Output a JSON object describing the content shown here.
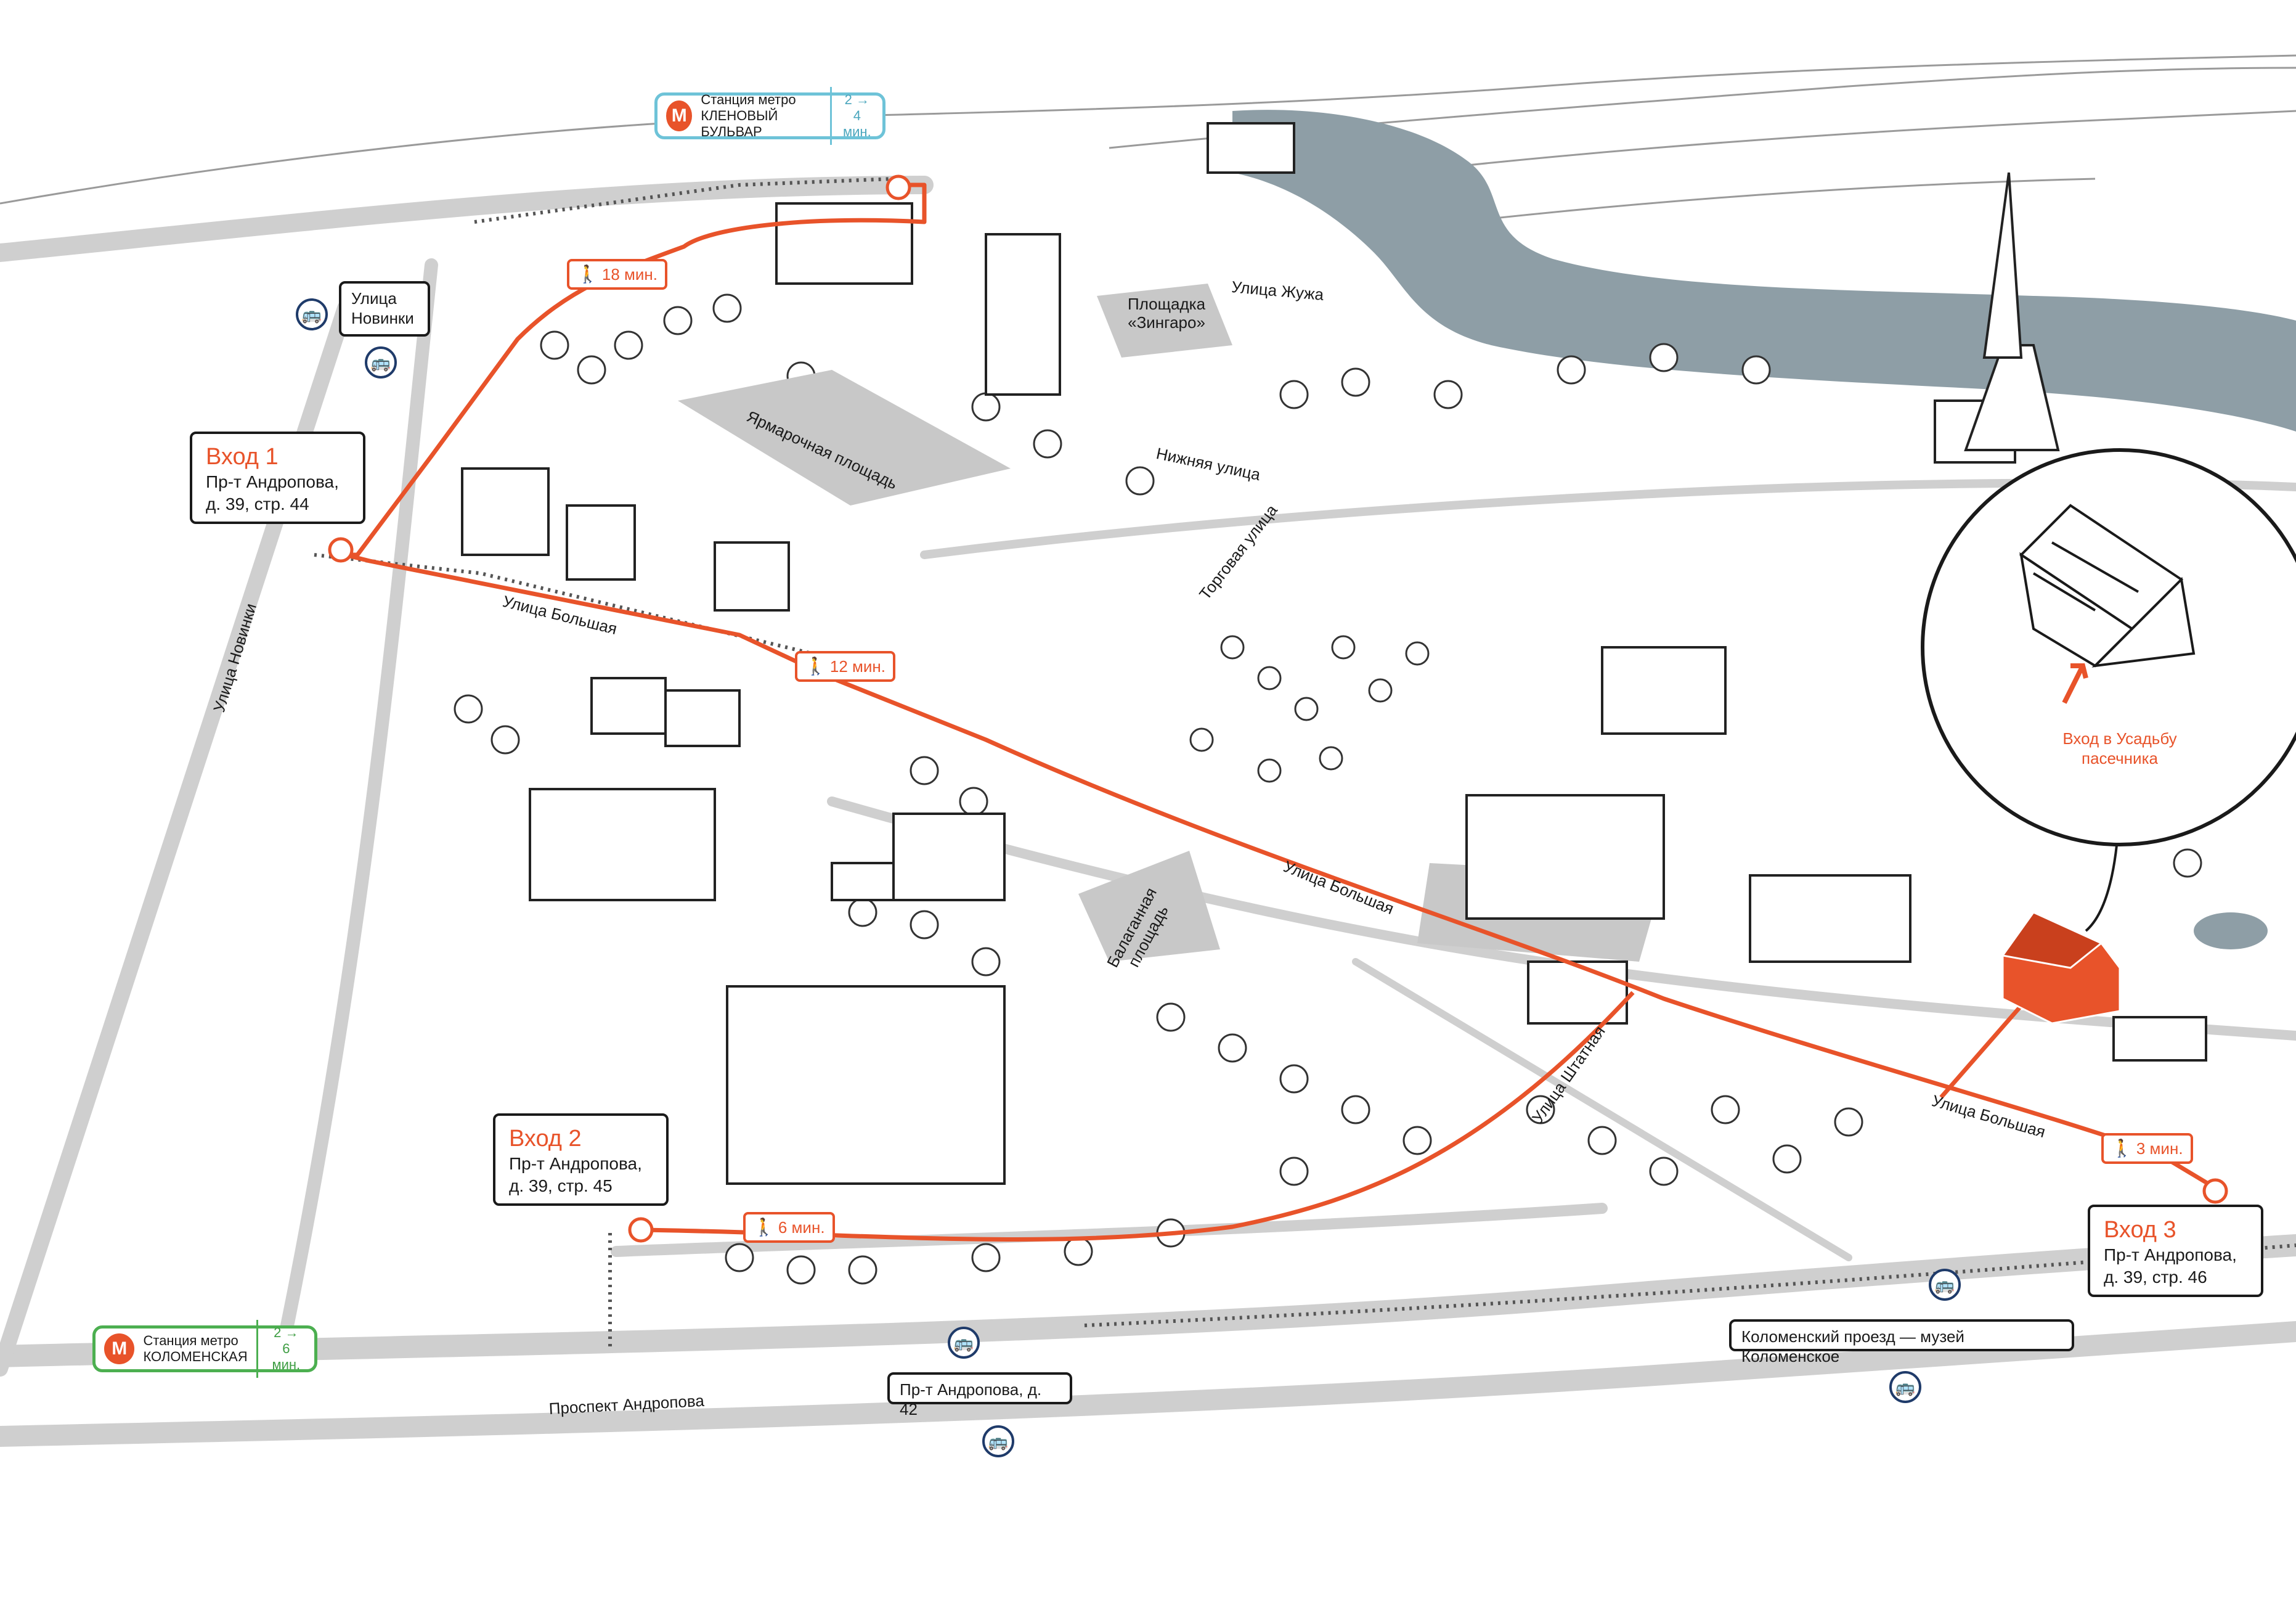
{
  "entrances": [
    {
      "title": "Вход 1",
      "address": "Пр-т Андропова,\nд. 39, стр. 44"
    },
    {
      "title": "Вход 2",
      "address": "Пр-т Андропова,\nд. 39, стр. 45"
    },
    {
      "title": "Вход 3",
      "address": "Пр-т Андропова,\nд. 39, стр. 46"
    }
  ],
  "metro": [
    {
      "line1": "Станция метро",
      "line2": "КЛЕНОВЫЙ БУЛЬВАР",
      "time1": "2 →",
      "time2": "4 мин.",
      "color": "#6ec3d8"
    },
    {
      "line1": "Станция метро",
      "line2": "КОЛОМЕНСКАЯ",
      "time1": "2 →",
      "time2": "6 мин.",
      "color": "#4caf50"
    }
  ],
  "walk_times": [
    "18 мин.",
    "12 мин.",
    "6 мин.",
    "3 мин."
  ],
  "bus_stops": [
    "Улица\nНовинки",
    "Пр-т Андропова, д. 42",
    "Коломенский проезд — музей Коломенское"
  ],
  "streets": {
    "novinki": "Улица Новинки",
    "bolshaya": "Улица Большая",
    "zhuzha": "Улица Жужа",
    "nizhnyaya": "Нижняя улица",
    "torgovaya": "Торговая улица",
    "shtatnaya": "Улица Штатная",
    "andropova": "Проспект Андропова"
  },
  "squares": {
    "yarmarochnaya": "Ярмарочная площадь",
    "zingaro": "Площадка\n«Зингаро»",
    "balagannaya": "Балаганная\nплощадь"
  },
  "highlight": {
    "label": "Вход в Усадьбу\nпасечника"
  },
  "colors": {
    "route": "#e8532a",
    "river": "#8e9ea6",
    "road": "#cfcfcf",
    "bus": "#1f3b6a"
  }
}
